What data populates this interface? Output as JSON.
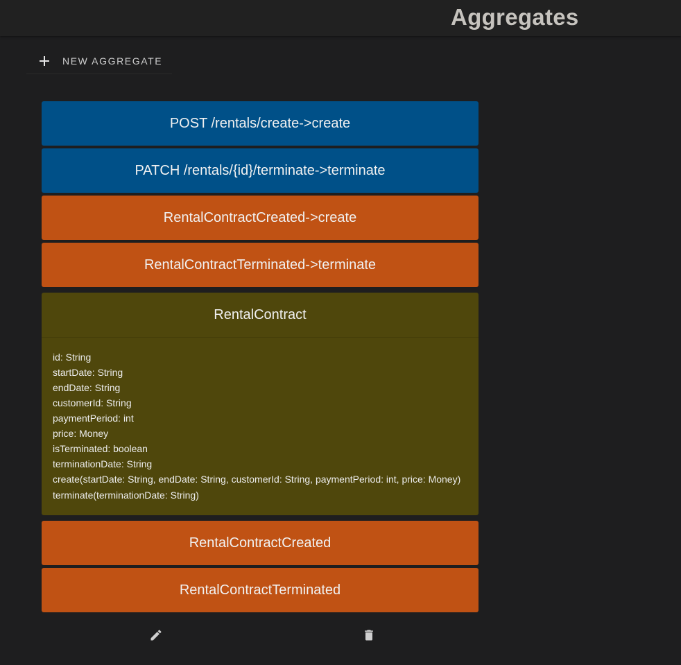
{
  "header": {
    "title": "Aggregates"
  },
  "toolbar": {
    "new_label": "NEW AGGREGATE"
  },
  "commands": [
    "POST /rentals/create->create",
    "PATCH /rentals/{id}/terminate->terminate"
  ],
  "policies": [
    "RentalContractCreated->create",
    "RentalContractTerminated->terminate"
  ],
  "aggregate": {
    "name": "RentalContract",
    "attributes": [
      "id: String",
      "startDate: String",
      "endDate: String",
      "customerId: String",
      "paymentPeriod: int",
      "price: Money",
      "isTerminated: boolean",
      "terminationDate: String"
    ],
    "methods": [
      "create(startDate: String, endDate: String, customerId: String, paymentPeriod: int, price: Money)",
      "terminate(terminationDate: String)"
    ]
  },
  "events": [
    "RentalContractCreated",
    "RentalContractTerminated"
  ],
  "colors": {
    "command": "#005088",
    "event": "#c05214",
    "aggregate": "#4f470c",
    "background": "#1e1e1f"
  },
  "icons": {
    "new": "plus-icon",
    "edit": "pencil-icon",
    "delete": "trash-icon"
  }
}
